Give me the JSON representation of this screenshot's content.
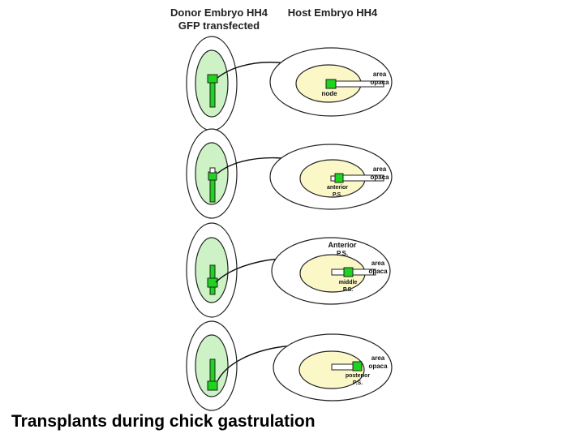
{
  "header": {
    "donor_line1": "Donor Embryo HH4",
    "donor_line2": "GFP transfected",
    "host": "Host Embryo HH4"
  },
  "panels": [
    {
      "area_label_1": "area",
      "area_label_2": "opaca",
      "site_label_1": "node",
      "site_label_2": "",
      "top_label_1": "",
      "top_label_2": ""
    },
    {
      "area_label_1": "area",
      "area_label_2": "opaca",
      "site_label_1": "anterior",
      "site_label_2": "P.S.",
      "top_label_1": "",
      "top_label_2": ""
    },
    {
      "area_label_1": "area",
      "area_label_2": "opaca",
      "site_label_1": "middle",
      "site_label_2": "P.S.",
      "top_label_1": "Anterior",
      "top_label_2": "P.S."
    },
    {
      "area_label_1": "area",
      "area_label_2": "opaca",
      "site_label_1": "posterior",
      "site_label_2": "P.S.",
      "top_label_1": "",
      "top_label_2": ""
    }
  ],
  "caption": "Transplants during chick gastrulation",
  "colors": {
    "gfp_green": "#1fd41f",
    "area_pellucida": "#fbf7c6",
    "donor_fill": "#cdf2c6",
    "outline": "#222222",
    "caption": "#000000"
  }
}
